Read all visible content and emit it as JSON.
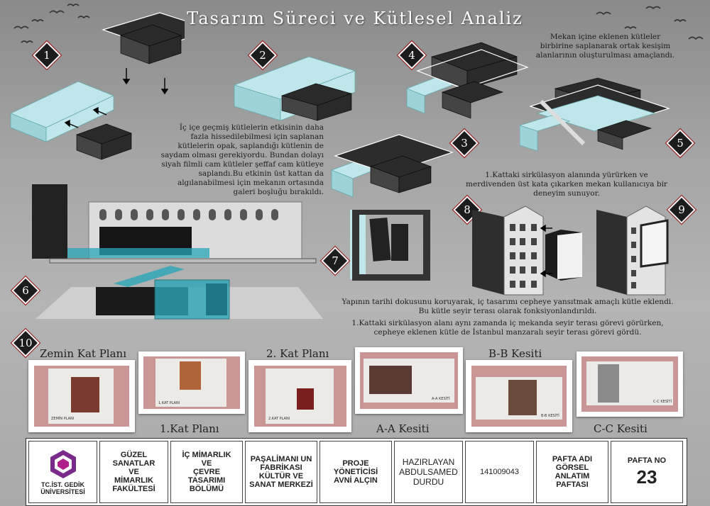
{
  "title": "Tasarım Süreci ve  Kütlesel Analiz",
  "steps": [
    "1",
    "2",
    "3",
    "4",
    "5",
    "6",
    "7",
    "8",
    "9",
    "10"
  ],
  "notes": {
    "top_right": "Mekan içine eklenen kütleler birbirine saplanarak ortak kesişim alanlarının oluşturulması amaçlandı.",
    "middle_left": "İç içe geçmiş kütlelerin etkisinin daha fazla hissedilebilmesi için saplanan kütlelerin opak, saplandığı kütlenin de saydam olması gerekiyordu. Bundan dolayı siyah filmli cam kütleler şeffaf cam kütleye saplandı.Bu etkinin üst kattan da algılanabilmesi için mekanın ortasında galeri boşluğu bırakıldı.",
    "circulation": "1.Kattaki sirkülasyon alanında yürürken ve merdivenden üst kata çıkarken mekan kullanıcıya bir deneyim sunuyor.",
    "facade": "Yapının tarihi dokusunu koruyarak, iç tasarımı cepheye yansıtmak amaçlı kütle eklendi. Bu kütle seyir terası olarak fonksiyonlandırıldı.",
    "facade2": "1.Kattaki sirkülasyon alanı aynı zamanda iç mekanda seyir terası görevi görürken, cepheye eklenen kütle de İstanbul manzaralı seyir terası görevi gördü."
  },
  "plans": {
    "top_labels": [
      "Zemin Kat Planı",
      "2. Kat Planı",
      "B-B Kesiti"
    ],
    "bottom_labels": [
      "1.Kat Planı",
      "A-A Kesiti",
      "C-C Kesiti"
    ],
    "sheet_captions": [
      "ZEMİN PLANI",
      "1.KAT PLANI",
      "2.KAT PLANI",
      "A-A KESİTİ",
      "B-B KESİTİ",
      "C-C KESİTİ"
    ]
  },
  "title_block": {
    "logo_text": "TC.İST. GEDİK\nÜNİVERSİTESİ",
    "faculty": "GÜZEL\nSANATLAR\nVE\nMİMARLIK\nFAKÜLTESİ",
    "department": "İÇ MİMARLIK\nVE\nÇEVRE\nTASARIMI\nBÖLÜMÜ",
    "project": "PAŞALİMANI UN\nFABRİKASI\nKÜLTÜR VE\nSANAT MERKEZİ",
    "advisor": "PROJE\nYÖNETİCİSİ\nAVNİ ALÇIN",
    "prepared_by": "HAZIRLAYAN\nABDULSAMED\nDURDU",
    "student_no": "141009043",
    "sheet_name": "PAFTA ADI\nGÖRSEL\nANLATIM\nPAFTASI",
    "sheet_no_label": "PAFTA NO",
    "sheet_no": "23"
  },
  "colors": {
    "badge_border": "#a01010",
    "pink": "#c99595",
    "glass": "#bfe6ea",
    "dark_mass": "#2a2a2a"
  }
}
